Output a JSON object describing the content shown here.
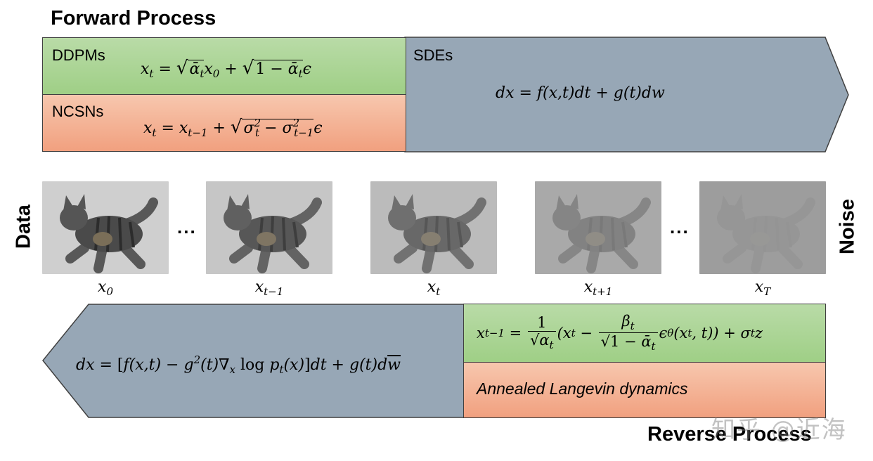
{
  "forward": {
    "title": "Forward Process",
    "ddpm_label": "DDPMs",
    "ncsn_label": "NCSNs",
    "sde_label": "SDEs"
  },
  "reverse": {
    "title": "Reverse Process",
    "langevin_label": "Annealed Langevin dynamics"
  },
  "side_labels": {
    "left": "Data",
    "right": "Noise"
  },
  "frames": [
    {
      "label": "x",
      "subscript": "0",
      "noise_level": 0.0
    },
    {
      "label": "x",
      "subscript": "t−1",
      "noise_level": 0.18
    },
    {
      "label": "x",
      "subscript": "t",
      "noise_level": 0.4
    },
    {
      "label": "x",
      "subscript": "t+1",
      "noise_level": 0.75
    },
    {
      "label": "x",
      "subscript": "T",
      "noise_level": 1.0
    }
  ],
  "ellipsis": "...",
  "watermark": "知乎 @近海",
  "colors": {
    "green": "#a9d48f",
    "orange": "#f3ae8f",
    "slate": "#97a7b6",
    "border": "#404040"
  }
}
